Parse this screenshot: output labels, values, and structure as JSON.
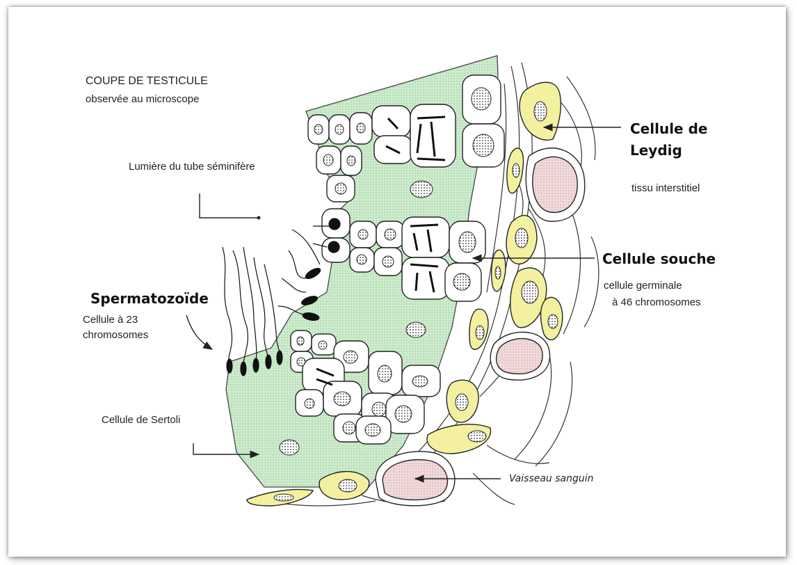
{
  "title": {
    "line1": "COUPE DE TESTICULE",
    "line2": "observée au microscope"
  },
  "labels": {
    "lumen": "Lumière du tube séminifère",
    "spermatozoide": "Spermatozoïde",
    "spermatozoide_desc_line1": "Cellule à 23",
    "spermatozoide_desc_line2": "chromosomes",
    "sertoli": "Cellule de Sertoli",
    "leydig_line1": "Cellule de",
    "leydig_line2": "Leydig",
    "interstitial": "tissu interstitiel",
    "stem_cell": "Cellule souche",
    "stem_desc_line1": "cellule germinale",
    "stem_desc_line2": "à 46 chromosomes",
    "vessel": "Vaisseau sanguin"
  },
  "colors": {
    "sertoli_green": "#cdeccd",
    "leydig_yellow": "#f3f0a0",
    "vessel_pink": "#f2dada",
    "outline": "#222222"
  },
  "icons": [
    "arrow-icon"
  ]
}
